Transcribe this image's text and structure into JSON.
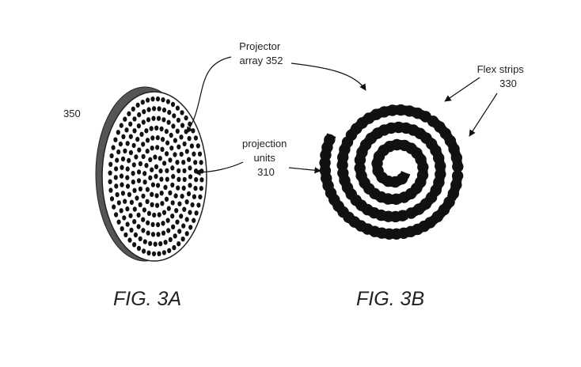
{
  "fig_3a": {
    "ref_number": "350",
    "projector_array_label": [
      "Projector",
      "array 352"
    ],
    "projection_units_label": [
      "projection",
      "units",
      "310"
    ],
    "caption": "FIG. 3A"
  },
  "fig_3b": {
    "flex_strips_label": [
      "Flex strips",
      "330"
    ],
    "caption": "FIG. 3B"
  },
  "colors": {
    "ink": "#111111",
    "edge": "#555555",
    "background": "#ffffff"
  }
}
